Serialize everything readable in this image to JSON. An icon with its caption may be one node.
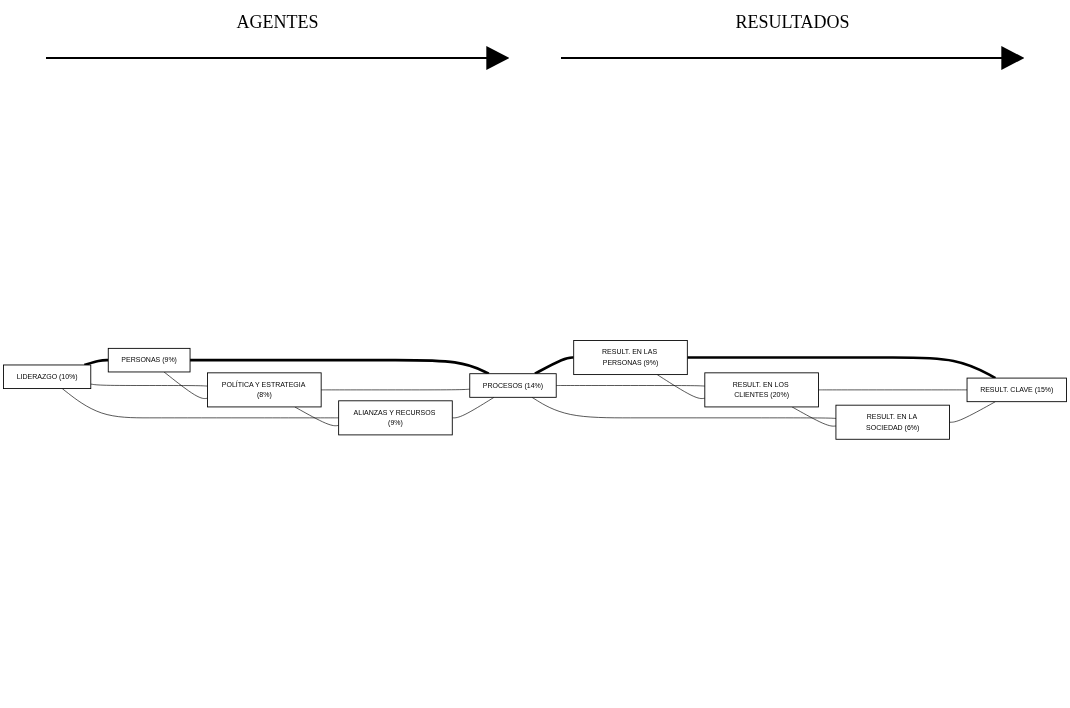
{
  "diagram": {
    "nodes": [
      {
        "text": [
          "LIDERAZGO (10%)"
        ]
      },
      {
        "text": [
          "PERSONAS (9%)"
        ]
      },
      {
        "text": [
          "POLÍTICA Y ESTRATEGIA (8%)"
        ]
      },
      {
        "text": [
          "ALIANZAS Y RECURSOS (9%)"
        ]
      },
      {
        "text": [
          "PROCESOS (14%)"
        ]
      },
      {
        "text": [
          "RESULT. EN LAS PERSONAS (9%)"
        ]
      },
      {
        "text": [
          "RESULT. EN LOS CLIENTES (20%)"
        ]
      },
      {
        "text": [
          "RESULT. EN LA SOCIEDAD (6%)"
        ]
      },
      {
        "text": [
          "RESULT. CLAVE (15%)"
        ]
      }
    ],
    "edges": [
      {
        "from": 0,
        "to": 1,
        "arrow": "none",
        "style": "thick"
      },
      {
        "from": 0,
        "to": 2,
        "arrow": "none"
      },
      {
        "from": 0,
        "to": 3,
        "arrow": "none"
      },
      {
        "from": 1,
        "to": 2,
        "arrow": "none"
      },
      {
        "from": 2,
        "to": 3,
        "arrow": "none"
      },
      {
        "from": 1,
        "to": 4,
        "arrow": "none",
        "style": "thick"
      },
      {
        "from": 2,
        "to": 4,
        "arrow": "none"
      },
      {
        "from": 3,
        "to": 4,
        "arrow": "none"
      },
      {
        "from": 4,
        "to": 5,
        "arrow": "none",
        "style": "thick"
      },
      {
        "from": 4,
        "to": 6,
        "arrow": "none"
      },
      {
        "from": 4,
        "to": 7,
        "arrow": "none"
      },
      {
        "from": 5,
        "to": 6,
        "arrow": "none"
      },
      {
        "from": 6,
        "to": 7,
        "arrow": "none"
      },
      {
        "from": 5,
        "to": 8,
        "arrow": "none",
        "style": "thick"
      },
      {
        "from": 6,
        "to": 8,
        "arrow": "none"
      },
      {
        "from": 7,
        "to": 8,
        "arrow": "none"
      }
    ],
    "labels": [
      "AGENTES",
      "RESULTADOS"
    ]
  }
}
